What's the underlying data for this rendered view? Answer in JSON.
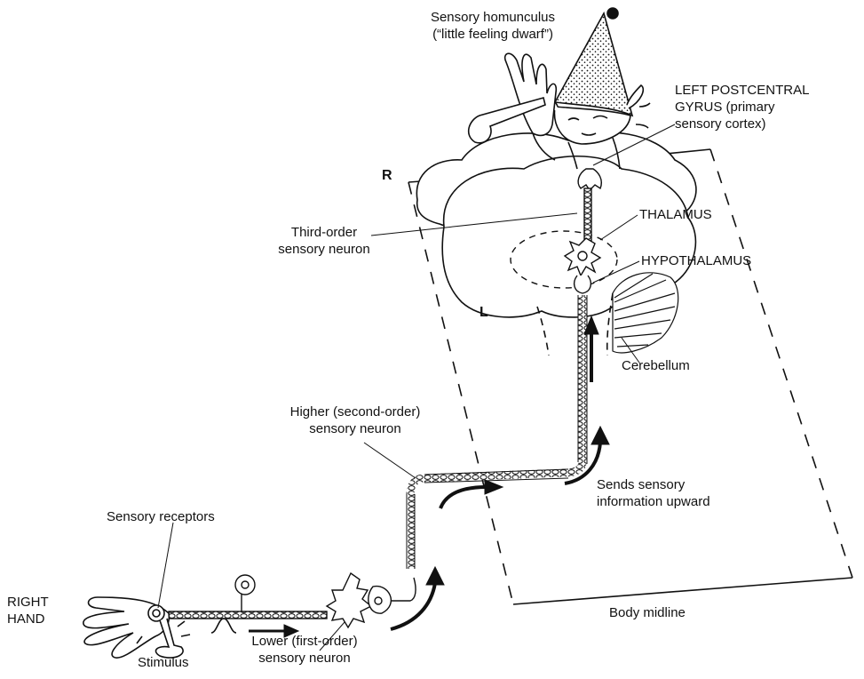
{
  "labels": {
    "homunculus": [
      "Sensory homunculus",
      "(“little feeling dwarf”)"
    ],
    "postcentral": [
      "LEFT POSTCENTRAL",
      "GYRUS (primary",
      "sensory cortex)"
    ],
    "right_hemi": "R",
    "left_hemi": "L",
    "thalamus": "THALAMUS",
    "hypothalamus": "HYPOTHALAMUS",
    "third_order": [
      "Third-order",
      "sensory neuron"
    ],
    "cerebellum": "Cerebellum",
    "second_order": [
      "Higher (second-order)",
      "sensory neuron"
    ],
    "sends_up": [
      "Sends sensory",
      "information upward"
    ],
    "receptors": "Sensory receptors",
    "right_hand": [
      "RIGHT",
      "HAND"
    ],
    "stimulus": "Stimulus",
    "first_order": [
      "Lower (first-order)",
      "sensory neuron"
    ],
    "midline": "Body midline"
  }
}
